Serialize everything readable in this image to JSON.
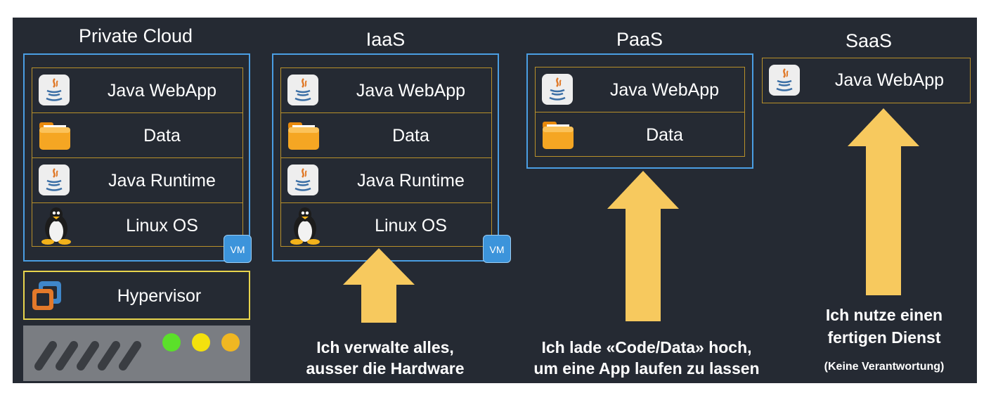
{
  "left_edge_glyph": "‹",
  "columns": {
    "private": {
      "title": "Private Cloud",
      "rows": [
        "Java WebApp",
        "Data",
        "Java Runtime",
        "Linux OS"
      ],
      "vm_badge": "VM",
      "hypervisor_label": "Hypervisor"
    },
    "iaas": {
      "title": "IaaS",
      "rows": [
        "Java WebApp",
        "Data",
        "Java Runtime",
        "Linux OS"
      ],
      "vm_badge": "VM",
      "caption_lines": [
        "Ich verwalte alles,",
        "ausser die Hardware"
      ]
    },
    "paas": {
      "title": "PaaS",
      "rows": [
        "Java WebApp",
        "Data"
      ],
      "caption_lines": [
        "Ich lade «Code/Data» hoch,",
        "um eine App laufen zu lassen"
      ]
    },
    "saas": {
      "title": "SaaS",
      "rows": [
        "Java WebApp"
      ],
      "caption_lines": [
        "Ich nutze einen",
        "fertigen Dienst"
      ],
      "caption_note": "(Keine Verantwortung)"
    }
  },
  "colors": {
    "background": "#252a33",
    "vm_frame": "#4a9ee3",
    "stack_border": "#b8902a",
    "hypervisor_border": "#e8d44d",
    "arrow_fill": "#f7c95e",
    "server_panel": "#7a7d82",
    "led_colors": [
      "#5be02a",
      "#f4e10d",
      "#f0b722"
    ]
  }
}
